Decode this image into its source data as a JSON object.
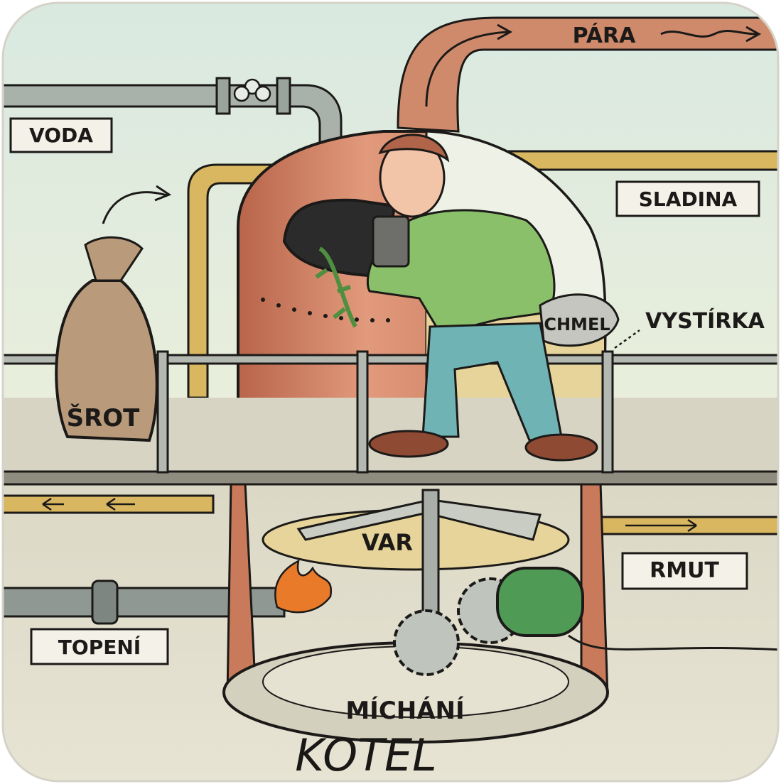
{
  "labels": {
    "voda": "VODA",
    "para": "PÁRA",
    "sladina": "SLADINA",
    "chmel": "CHMEL",
    "vystirka": "VYSTÍRKA",
    "srot": "ŠROT",
    "var": "VAR",
    "rmut": "RMUT",
    "topeni": "TOPENÍ",
    "michani": "MÍCHÁNÍ",
    "kotel": "KOTEL"
  },
  "colors": {
    "sky": "#dcead8",
    "floor": "#d7d4c4",
    "copper": "#c97a5a",
    "copper_dark": "#8f4a33",
    "pipe_gray": "#8f9892",
    "pipe_yellow": "#d9b760",
    "sack": "#b99a7a",
    "shirt": "#8ac06a",
    "jeans": "#6fb3b4",
    "motor": "#4f9a55",
    "mash": "#e6d49a",
    "flame": "#e87a2a",
    "outline": "#1c1a18"
  }
}
